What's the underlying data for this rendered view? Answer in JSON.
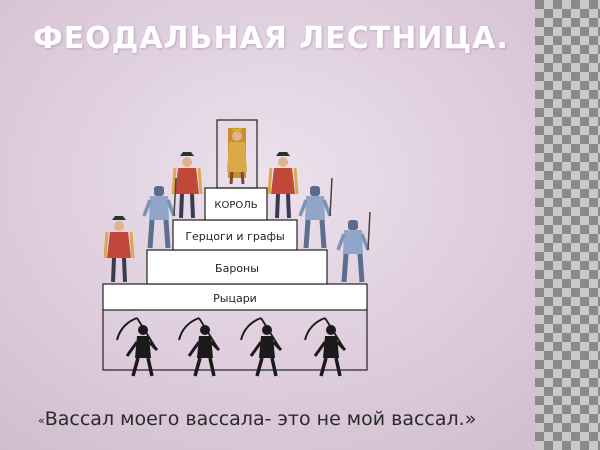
{
  "slide": {
    "title": "ФЕОДАЛЬНАЯ ЛЕСТНИЦА.",
    "quote": {
      "open": "«",
      "text": "Вассал моего вассала- это не мой вассал.",
      "close": "»"
    }
  },
  "pyramid": {
    "tiers": [
      {
        "id": "king",
        "label": "КОРОЛЬ"
      },
      {
        "id": "dukes",
        "label": "Герцоги и графы"
      },
      {
        "id": "barons",
        "label": "Бароны"
      },
      {
        "id": "knights",
        "label": "Рыцари"
      }
    ],
    "base": {
      "label": ""
    }
  },
  "colors": {
    "background": "#ddcbdb",
    "title": "#ffffff",
    "pattern_light": "#c9c9c9",
    "pattern_dark": "#8a8a8a",
    "tier_fill": "#ffffff",
    "tier_stroke": "#222222",
    "peasant": "#1a1a1a"
  },
  "icons": [
    "king-figure-icon",
    "noble-figure-icon",
    "knight-figure-icon",
    "peasant-figure-icon"
  ]
}
